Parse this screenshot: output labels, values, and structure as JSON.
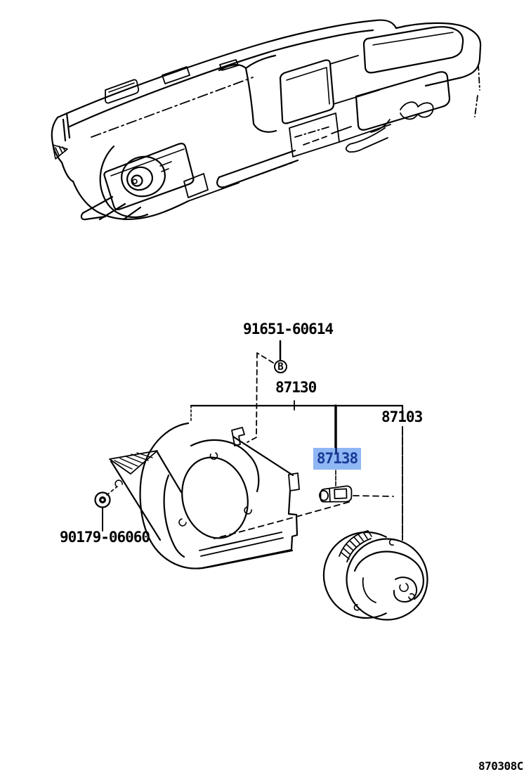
{
  "figure": {
    "code": "870308C",
    "line_color": "#000000",
    "highlight": {
      "background": "#8fb7f4",
      "text_color": "#1b3a96"
    },
    "callouts": {
      "bolt": {
        "label": "91651-60614",
        "highlighted": false
      },
      "bolt_marker": "B",
      "blower_assembly": {
        "label": "87130",
        "highlighted": false
      },
      "motor": {
        "label": "87103",
        "highlighted": false
      },
      "clip": {
        "label": "87138",
        "highlighted": true
      },
      "nut": {
        "label": "90179-06060",
        "highlighted": false
      }
    }
  }
}
